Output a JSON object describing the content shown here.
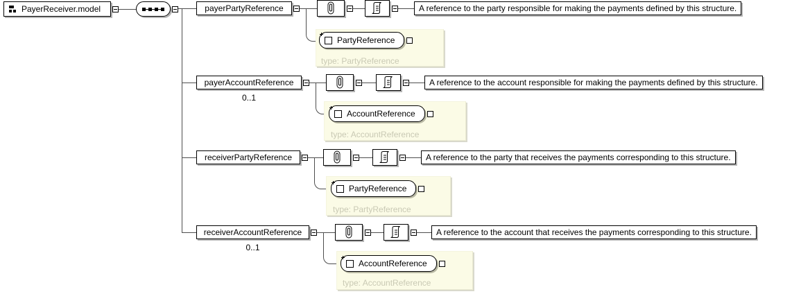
{
  "root": {
    "label": "PayerReceiver.model",
    "icon": "model-group-icon"
  },
  "compositor": {
    "kind": "sequence",
    "icon": "sequence-icon"
  },
  "rows": [
    {
      "name": "payerPartyReference",
      "cardinality": "",
      "documentation": "A reference to the party responsible for making the payments defined by this structure.",
      "type_box": {
        "label": "PartyReference",
        "caption": "type: PartyReference"
      }
    },
    {
      "name": "payerAccountReference",
      "cardinality": "0..1",
      "documentation": "A reference to the account responsible for making the payments defined by this structure.",
      "type_box": {
        "label": "AccountReference",
        "caption": "type: AccountReference"
      }
    },
    {
      "name": "receiverPartyReference",
      "cardinality": "",
      "documentation": "A reference to the party that receives the payments corresponding to this structure.",
      "type_box": {
        "label": "PartyReference",
        "caption": "type: PartyReference"
      }
    },
    {
      "name": "receiverAccountReference",
      "cardinality": "0..1",
      "documentation": "A reference to the account that receives the payments corresponding to this structure.",
      "type_box": {
        "label": "AccountReference",
        "caption": "type: AccountReference"
      }
    }
  ],
  "icons": [
    "model-group-icon",
    "sequence-icon",
    "paperclip-icon",
    "scroll-icon",
    "square-icon",
    "collapse-icon",
    "expand-icon"
  ],
  "colors": {
    "annotation_bg": "#fbfbe6",
    "caption_text": "#c9c9b4",
    "connector_line": "#4d4d4d",
    "box_border": "#000000",
    "box_shadow": "#b4b4b4"
  }
}
